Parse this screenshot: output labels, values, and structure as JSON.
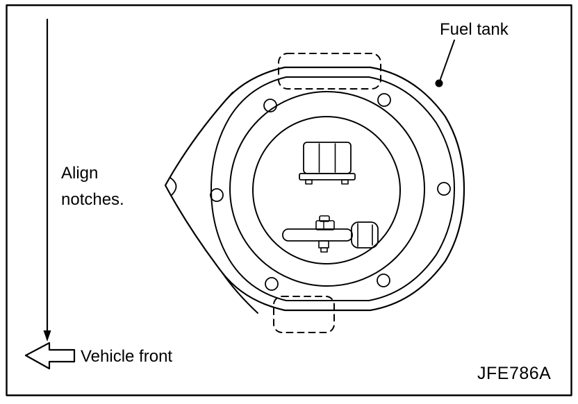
{
  "diagram": {
    "labels": {
      "fuel_tank": "Fuel tank",
      "align_notches_line1": "Align",
      "align_notches_line2": "notches.",
      "vehicle_front": "Vehicle front"
    },
    "figure_code": "JFE786A",
    "colors": {
      "line": "#000000",
      "background": "#ffffff"
    }
  }
}
